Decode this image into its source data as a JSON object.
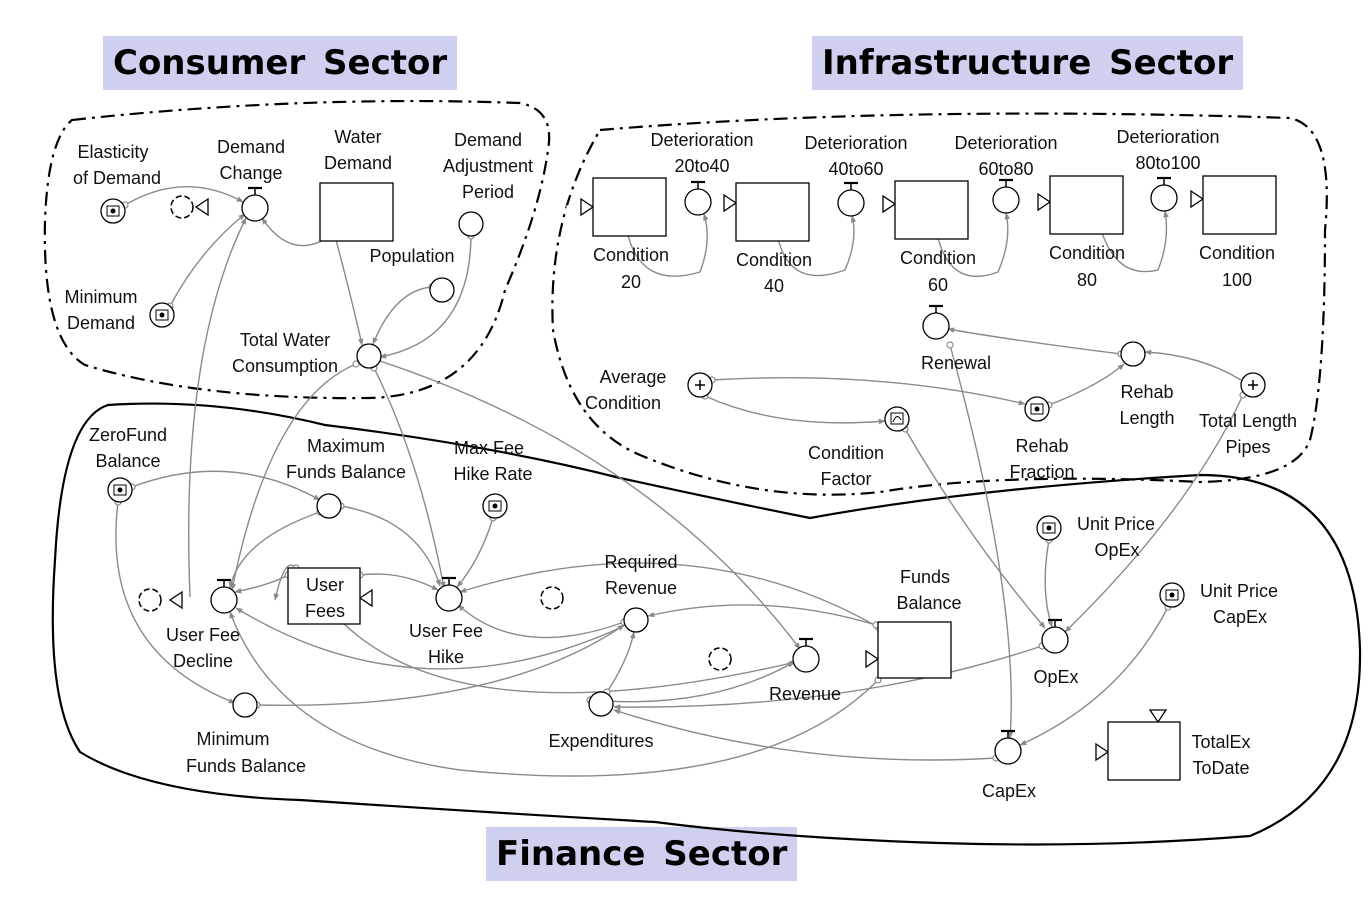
{
  "sectors": {
    "consumer": "Consumer  Sector",
    "infrastructure": "Infrastructure  Sector",
    "finance": "Finance Sector"
  },
  "labels": {
    "elasticity_1": "Elasticity",
    "elasticity_2": "of Demand",
    "demand_change_1": "Demand",
    "demand_change_2": "Change",
    "water_demand_1": "Water",
    "water_demand_2": "Demand",
    "dap_1": "Demand",
    "dap_2": "Adjustment",
    "dap_3": "Period",
    "population": "Population",
    "min_demand_1": "Minimum",
    "min_demand_2": "Demand",
    "twc_1": "Total Water",
    "twc_2": "Consumption",
    "det1_1": "Deterioration",
    "det1_2": "20to40",
    "det2_1": "Deterioration",
    "det2_2": "40to60",
    "det3_1": "Deterioration",
    "det3_2": "60to80",
    "det4_1": "Deterioration",
    "det4_2": "80to100",
    "c20_1": "Condition",
    "c20_2": "20",
    "c40_1": "Condition",
    "c40_2": "40",
    "c60_1": "Condition",
    "c60_2": "60",
    "c80_1": "Condition",
    "c80_2": "80",
    "c100_1": "Condition",
    "c100_2": "100",
    "renewal": "Renewal",
    "avgcond_1": "Average",
    "avgcond_2": "Condition",
    "condfactor_1": "Condition",
    "condfactor_2": "Factor",
    "rehabfrac_1": "Rehab",
    "rehabfrac_2": "Fraction",
    "rehablen_1": "Rehab",
    "rehablen_2": "Length",
    "totlen_1": "Total Length",
    "totlen_2": "Pipes",
    "zerofund_1": "ZeroFund",
    "zerofund_2": "Balance",
    "maxfunds_1": "Maximum",
    "maxfunds_2": "Funds Balance",
    "maxfee_1": "Max Fee",
    "maxfee_2": "Hike Rate",
    "userfees_1": "User",
    "userfees_2": "Fees",
    "ufdecline_1": "User Fee",
    "ufdecline_2": "Decline",
    "ufhike_1": "User Fee",
    "ufhike_2": "Hike",
    "reqrev_1": "Required",
    "reqrev_2": "Revenue",
    "revenue": "Revenue",
    "expenditures": "Expenditures",
    "minfunds_1": "Minimum",
    "minfunds_2": "Funds Balance",
    "fundsbal_1": "Funds",
    "fundsbal_2": "Balance",
    "upopex_1": "Unit Price",
    "upopex_2": "OpEx",
    "upcapex_1": "Unit Price",
    "upcapex_2": "CapEx",
    "opex": "OpEx",
    "capex": "CapEx",
    "totalex_1": "TotalEx",
    "totalex_2": "ToDate"
  },
  "colors": {
    "title_background": "#cfd0f0",
    "link_arrows": "#8a8a8a",
    "outline": "#000000"
  }
}
